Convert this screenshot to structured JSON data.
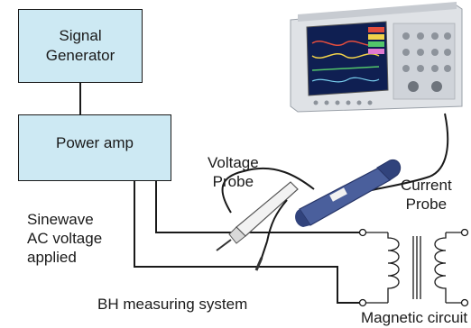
{
  "diagram": {
    "signal_generator": {
      "label": "Signal\nGenerator"
    },
    "power_amp": {
      "label": "Power amp"
    },
    "voltage_probe": {
      "label": "Voltage\nProbe"
    },
    "current_probe": {
      "label": "Current\nProbe"
    },
    "sinewave_note": {
      "label": "Sinewave\nAC voltage\napplied"
    },
    "system_caption": {
      "label": "BH measuring system"
    },
    "magnetic_circuit": {
      "label": "Magnetic circuit"
    }
  },
  "colors": {
    "box_fill": "#cde9f3",
    "line": "#1a1a1a",
    "instrument_body": "#e4e6ea",
    "screen": "#0f1f52",
    "probe_body": "#4a5f9c"
  }
}
